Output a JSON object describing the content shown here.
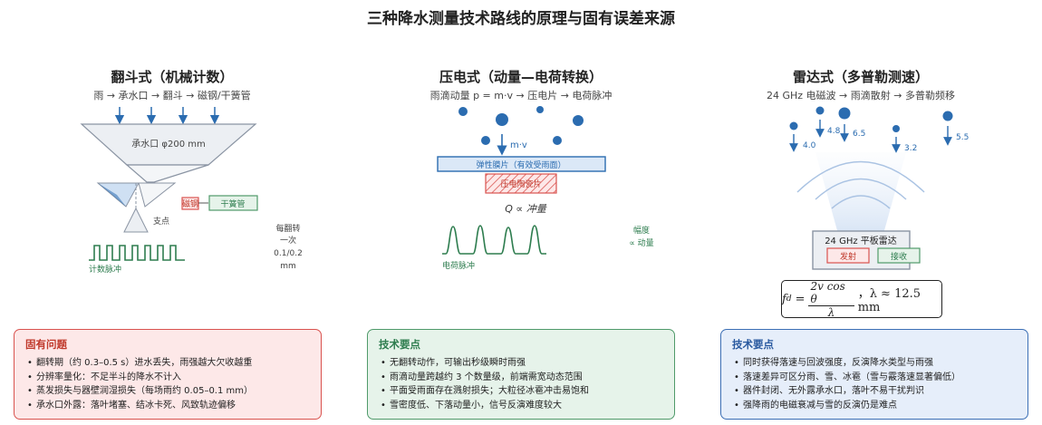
{
  "page": {
    "title": "三种降水测量技术路线的原理与固有误差来源"
  },
  "tipping": {
    "title": "翻斗式（机械计数）",
    "subtitle": "雨 → 承水口 → 翻斗 → 磁钢/干簧管",
    "funnel_label": "承水口 φ200 mm",
    "magnet_label": "磁钢",
    "reed_label": "干簧管",
    "pivot_label": "支点",
    "pulse_label": "计数脉冲",
    "note": [
      "每翻转",
      "一次",
      "0.1/0.2",
      "mm"
    ]
  },
  "piezo": {
    "title": "压电式（动量—电荷转换）",
    "subtitle": "雨滴动量 p = m·v → 压电片 → 电荷脉冲",
    "mv_label": "m·v",
    "membrane_label": "弹性膜片（有效受雨面）",
    "element_label": "压电陶瓷片",
    "formula": "Q ∝ 冲量",
    "pulse_label": "电荷脉冲",
    "amp_note": [
      "幅度",
      "∝ 动量"
    ]
  },
  "radar": {
    "title": "雷达式（多普勒测速）",
    "subtitle": "24 GHz 电磁波 → 雨滴散射 → 多普勒频移",
    "speeds": [
      "4.0",
      "4.8",
      "6.5",
      "3.2",
      "5.5"
    ],
    "panel_label": "24 GHz 平板雷达",
    "tx_label": "发射",
    "rx_label": "接收",
    "formula_lhs": "f",
    "formula_sub": "d",
    "formula_num": "2v cos θ",
    "formula_den": "λ",
    "formula_tail": "，λ ≈ 12.5 mm"
  },
  "boxes": {
    "tipping": {
      "heading": "固有问题",
      "items": [
        "翻转期（约 0.3–0.5 s）进水丢失，雨强越大欠收越重",
        "分辨率量化：不足半斗的降水不计入",
        "蒸发损失与器壁润湿损失（每场雨约 0.05–0.1 mm）",
        "承水口外露：落叶堵塞、结冰卡死、风致轨迹偏移"
      ]
    },
    "piezo": {
      "heading": "技术要点",
      "items": [
        "无翻转动作，可输出秒级瞬时雨强",
        "雨滴动量跨越约 3 个数量级，前端需宽动态范围",
        "平面受雨面存在溅射损失；大粒径冰雹冲击易饱和",
        "雪密度低、下落动量小，信号反演难度较大"
      ]
    },
    "radar": {
      "heading": "技术要点",
      "items": [
        "同时获得落速与回波强度，反演降水类型与雨强",
        "落速差异可区分雨、雪、冰雹（雪与霰落速显著偏低）",
        "器件封闭、无外露承水口，落叶不易干扰判识",
        "强降雨的电磁衰减与雪的反演仍是难点"
      ]
    }
  },
  "colors": {
    "blue": "#2b6cb0",
    "green": "#2e7d4f",
    "red": "#c0392b",
    "gray": "#8a94a3"
  }
}
